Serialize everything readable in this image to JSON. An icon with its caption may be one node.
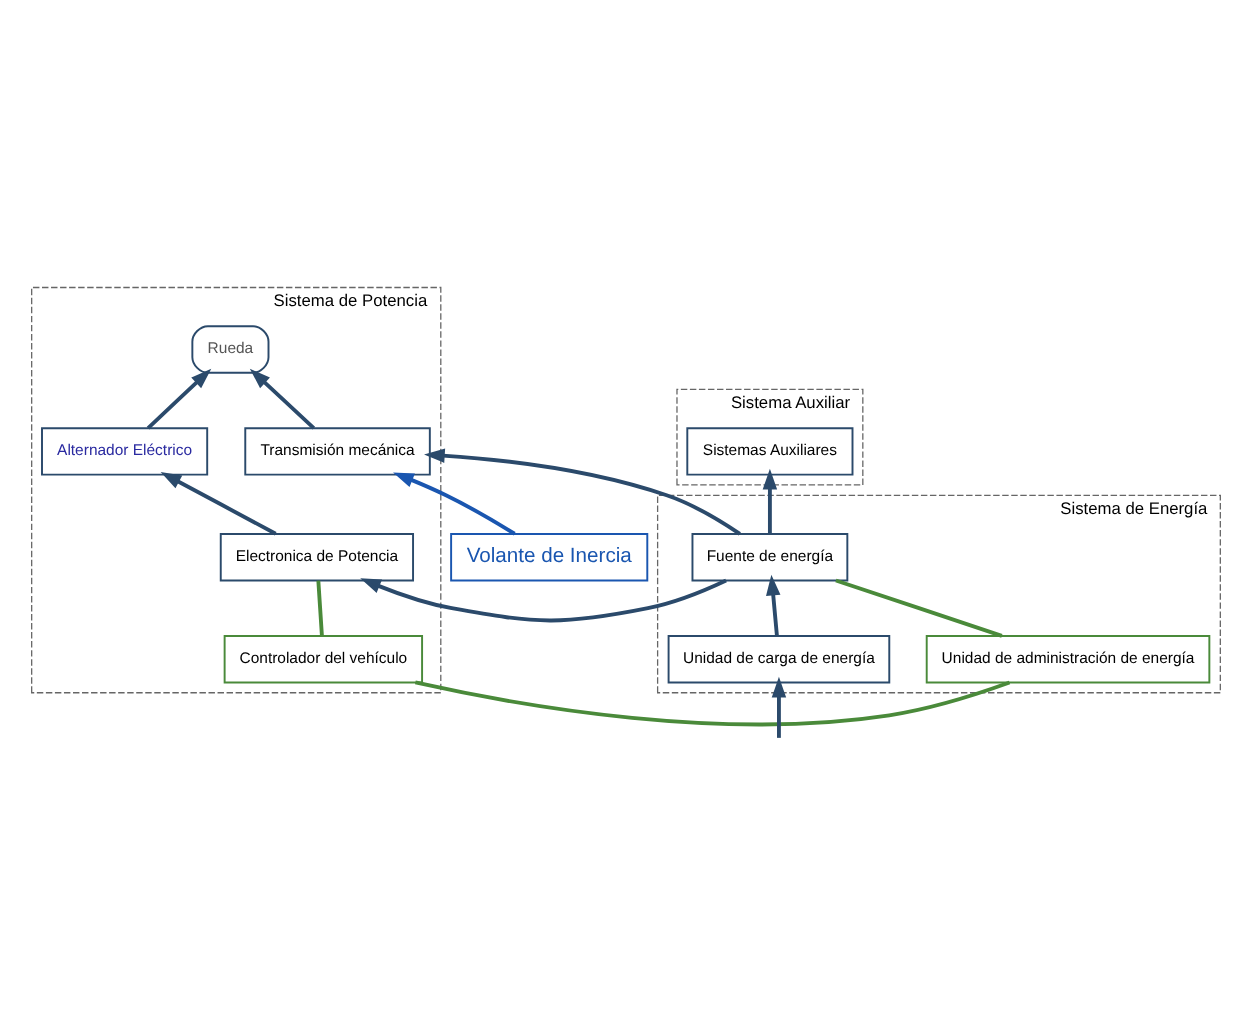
{
  "diagram": {
    "nodes": [
      {
        "text": [
          "Sistema de Potencia"
        ]
      },
      {
        "text": [
          "Controlador del vehículo"
        ],
        "in": 0
      },
      {
        "text": [
          "Electronica de Potencia"
        ],
        "in": 0
      },
      {
        "text": [
          "Alternador Eléctrico"
        ],
        "in": 0
      },
      {
        "text": [
          "Transmisión mecánica"
        ],
        "in": 0
      },
      {
        "text": [
          "Rueda"
        ],
        "in": 0
      },
      {
        "text": [
          "Sistema de Energía"
        ]
      },
      {
        "text": [
          "Unidad de administración de energía"
        ],
        "in": 6
      },
      {
        "text": [
          "Fuente de energía"
        ],
        "in": 6
      },
      {
        "text": [
          "Unidad de carga de energía"
        ],
        "in": 6
      },
      {
        "text": [
          "Sistema Auxiliar"
        ]
      },
      {
        "text": [
          "Sistemas Auxiliares"
        ],
        "in": 10
      },
      {
        "text": [
          "Volante de Inercia"
        ]
      }
    ],
    "edges": [
      {
        "from": 1,
        "to": 2,
        "arrow": "none",
        "color": "#4a8a3a"
      },
      {
        "from": 2,
        "to": 3,
        "arrow": "to"
      },
      {
        "from": 3,
        "to": 5,
        "arrow": "to"
      },
      {
        "from": 4,
        "to": 5,
        "arrow": "to"
      },
      {
        "from": 8,
        "to": 2,
        "arrow": "to"
      },
      {
        "from": 8,
        "to": 4,
        "arrow": "to"
      },
      {
        "from": 1,
        "to": 7,
        "arrow": "none",
        "color": "#4a8a3a"
      },
      {
        "from": 7,
        "to": 8,
        "arrow": "none",
        "color": "#4a8a3a"
      },
      {
        "from": 8,
        "to": 11,
        "arrow": "to"
      },
      {
        "from": 9,
        "to": 8,
        "arrow": "to"
      },
      {
        "from": null,
        "to": 9,
        "arrow": "to"
      },
      {
        "from": 12,
        "to": 4,
        "arrow": "to",
        "color": "#1a56b0"
      }
    ]
  }
}
